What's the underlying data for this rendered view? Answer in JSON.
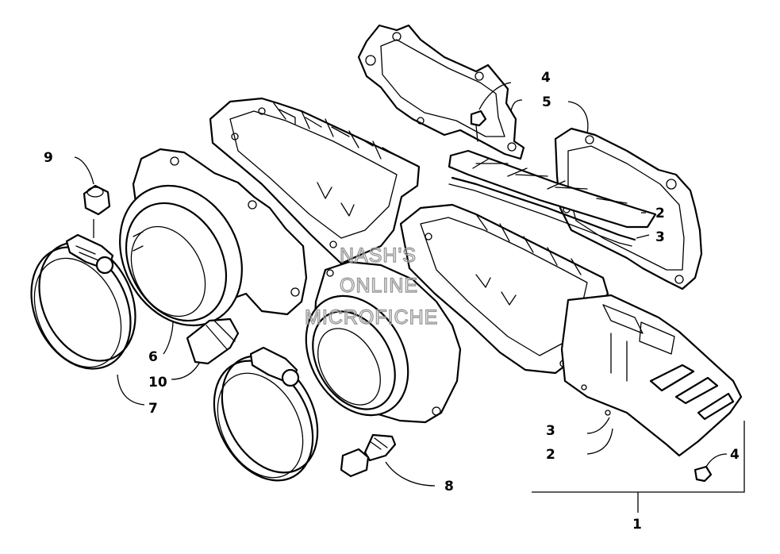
{
  "diagram": {
    "callouts": {
      "c1": "1",
      "c2_upper": "2",
      "c3_upper": "3",
      "c4_upper": "4",
      "c5": "5",
      "c6": "6",
      "c7": "7",
      "c8": "8",
      "c9": "9",
      "c10": "10",
      "c3_lower": "3",
      "c2_lower": "2",
      "c4_lower": "4"
    },
    "watermark": {
      "line1": "NASH'S",
      "line2": "ONLINE",
      "line3": "MICROFICHE"
    }
  }
}
